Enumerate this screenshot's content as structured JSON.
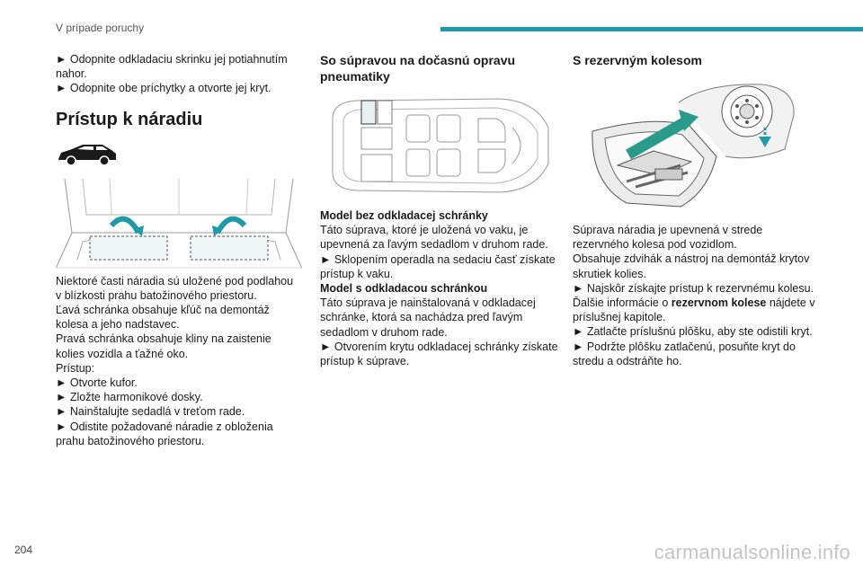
{
  "header": {
    "title": "V prípade poruchy"
  },
  "page_number": "204",
  "watermark": "carmanualsonline.info",
  "col1": {
    "bullet1": "► Odopnite odkladaciu skrinku jej potiahnutím nahor.",
    "bullet2": "► Odopnite obe príchytky a otvorte jej kryt.",
    "heading": "Prístup k náradiu",
    "para1": "Niektoré časti náradia sú uložené pod podlahou v blízkosti prahu batožinového priestoru.",
    "para2": "Ľavá schránka obsahuje kľúč na demontáž kolesa a jeho nadstavec.",
    "para3": "Pravá schránka obsahuje kliny na zaistenie kolies vozidla a ťažné oko.",
    "para4": "Prístup:",
    "step1": "► Otvorte kufor.",
    "step2": "► Zložte harmonikové dosky.",
    "step3": "► Nainštalujte sedadlá v treťom rade.",
    "step4": "► Odistite požadované náradie z obloženia prahu batožinového priestoru."
  },
  "col2": {
    "heading": "So súpravou na dočasnú opravu pneumatiky",
    "sub1": "Model bez odkladacej schránky",
    "para1": "Táto súprava, ktoré je uložená vo vaku, je upevnená za ľavým sedadlom v druhom rade.",
    "step1": "► Sklopením operadla na sedaciu časť získate prístup k vaku.",
    "sub2": "Model s odkladacou schránkou",
    "para2": "Táto súprava je nainštalovaná v odkladacej schránke, ktorá sa nachádza pred ľavým sedadlom v druhom rade.",
    "step2": "► Otvorením krytu odkladacej schránky získate prístup k súprave."
  },
  "col3": {
    "heading": "S rezervným kolesom",
    "para1": "Súprava náradia je upevnená v strede rezervného kolesa pod vozidlom.",
    "para2": "Obsahuje zdvihák a nástroj na demontáž krytov skrutiek kolies.",
    "step1": "► Najskôr získajte prístup k rezervnému kolesu.",
    "para3_pre": "Ďalšie informácie o ",
    "para3_bold": "rezervnom kolese",
    "para3_post": " nájdete v príslušnej kapitole.",
    "step2": "► Zatlačte príslušnú plôšku, aby ste odistili kryt.",
    "step3": "► Podržte plôšku zatlačenú, posuňte kryt do stredu a odstráňte ho."
  },
  "colors": {
    "accent": "#1e9aa8",
    "figure_line": "#8a8a8a",
    "figure_accent": "#2a9a8a"
  }
}
